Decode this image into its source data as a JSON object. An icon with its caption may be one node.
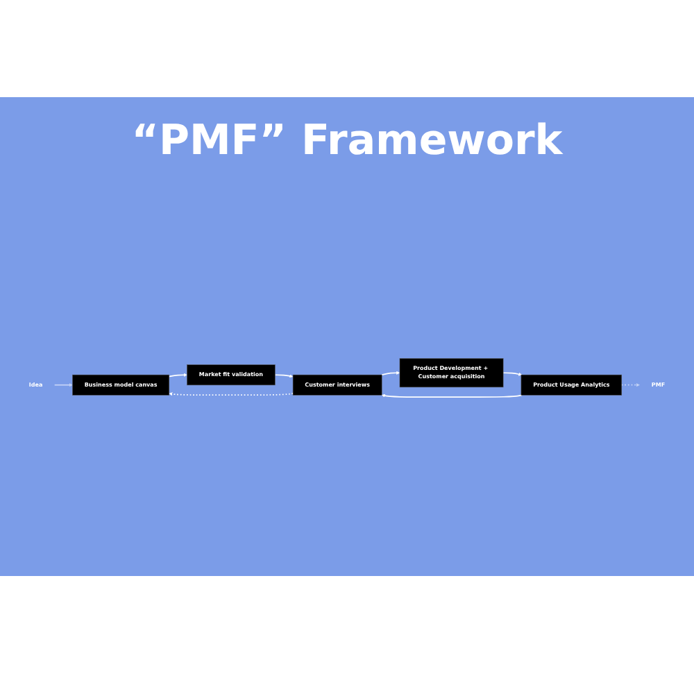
{
  "diagram": {
    "title": "“PMF” Framework",
    "nodes": [
      {
        "text": [
          "Idea"
        ]
      },
      {
        "text": [
          "Business model canvas"
        ]
      },
      {
        "text": [
          "Market fit validation"
        ]
      },
      {
        "text": [
          "Customer interviews"
        ]
      },
      {
        "text": [
          "Product Development + Customer acquisition"
        ]
      },
      {
        "text": [
          "Product Usage Analytics"
        ]
      },
      {
        "text": [
          "PMF"
        ]
      }
    ],
    "edges": [
      {
        "from": 0,
        "to": 1,
        "arrow": "to",
        "color": "#c4d2f6"
      },
      {
        "from": 1,
        "to": 2,
        "arrow": "to"
      },
      {
        "from": 2,
        "to": 3,
        "arrow": "to"
      },
      {
        "from": 3,
        "to": 1,
        "arrow": "to",
        "style": "dashed"
      },
      {
        "from": 3,
        "to": 4,
        "arrow": "to"
      },
      {
        "from": 4,
        "to": 5,
        "arrow": "to"
      },
      {
        "from": 5,
        "to": 3,
        "arrow": "to"
      },
      {
        "from": 5,
        "to": 6,
        "arrow": "to",
        "style": "dashed",
        "color": "#c4d2f6"
      }
    ]
  }
}
